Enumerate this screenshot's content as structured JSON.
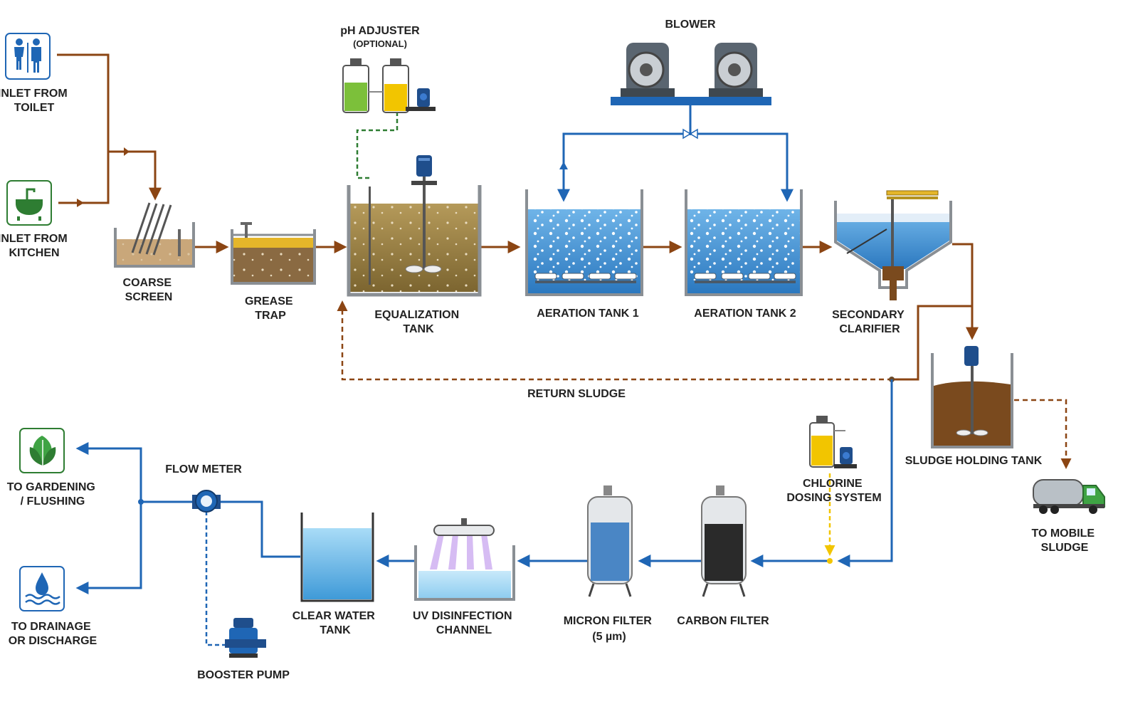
{
  "colors": {
    "brown_flow": "#8B4513",
    "blue_flow": "#1f66b5",
    "green_dosing": "#2e7d32",
    "chlorine_dosing": "#f2c500",
    "sludge": "#7a4a1e",
    "tank_wall": "#8a8f94"
  },
  "inlets": {
    "toilet": [
      "INLET FROM",
      "TOILET"
    ],
    "kitchen": [
      "INLET FROM",
      "KITCHEN"
    ]
  },
  "units": {
    "coarse_screen": [
      "COARSE",
      "SCREEN"
    ],
    "grease_trap": [
      "GREASE",
      "TRAP"
    ],
    "equalization_tank": [
      "EQUALIZATION",
      "TANK"
    ],
    "aeration_tank_1": "AERATION TANK 1",
    "aeration_tank_2": "AERATION TANK 2",
    "secondary_clarifier": [
      "SECONDARY",
      "CLARIFIER"
    ],
    "sludge_holding_tank": "SLUDGE HOLDING TANK",
    "mobile_sludge": [
      "TO MOBILE",
      "SLUDGE"
    ],
    "chlorine_dosing": [
      "CHLORINE",
      "DOSING SYSTEM"
    ],
    "carbon_filter": "CARBON FILTER",
    "micron_filter": [
      "MICRON FILTER",
      "(5 µm)"
    ],
    "uv_channel": [
      "UV DISINFECTION",
      "CHANNEL"
    ],
    "clear_water_tank": [
      "CLEAR WATER",
      "TANK"
    ],
    "flow_meter": "FLOW METER",
    "booster_pump": "BOOSTER PUMP",
    "gardening": [
      "TO GARDENING",
      "/ FLUSHING"
    ],
    "drainage": [
      "TO DRAINAGE",
      "OR DISCHARGE"
    ],
    "blower": "BLOWER",
    "ph_adjuster": [
      "pH ADJUSTER",
      "(OPTIONAL)"
    ],
    "return_sludge": "RETURN SLUDGE"
  },
  "icons": {
    "toilet": "restroom-icon",
    "kitchen": "sink-icon",
    "gardening": "leaf-icon",
    "drainage": "water-drop-icon",
    "truck": "tanker-truck-icon"
  }
}
